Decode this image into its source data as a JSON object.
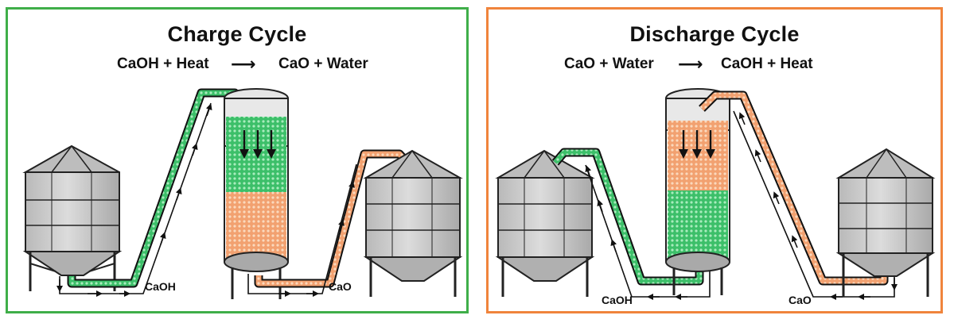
{
  "charge": {
    "title": "Charge Cycle",
    "reactant": "CaOH + Heat",
    "arrow": "⟶",
    "product": "CaO + Water",
    "left_label": "CaOH",
    "right_label": "CaO"
  },
  "discharge": {
    "title": "Discharge Cycle",
    "reactant": "CaO + Water",
    "arrow": "⟶",
    "product": "CaOH + Heat",
    "left_label": "CaOH",
    "right_label": "CaO"
  },
  "colors": {
    "charge_border": "#3fae49",
    "discharge_border": "#f0843c",
    "green_material": "#3cc06a",
    "orange_material": "#f0a070",
    "silo_gray": "#c8c8c8"
  }
}
